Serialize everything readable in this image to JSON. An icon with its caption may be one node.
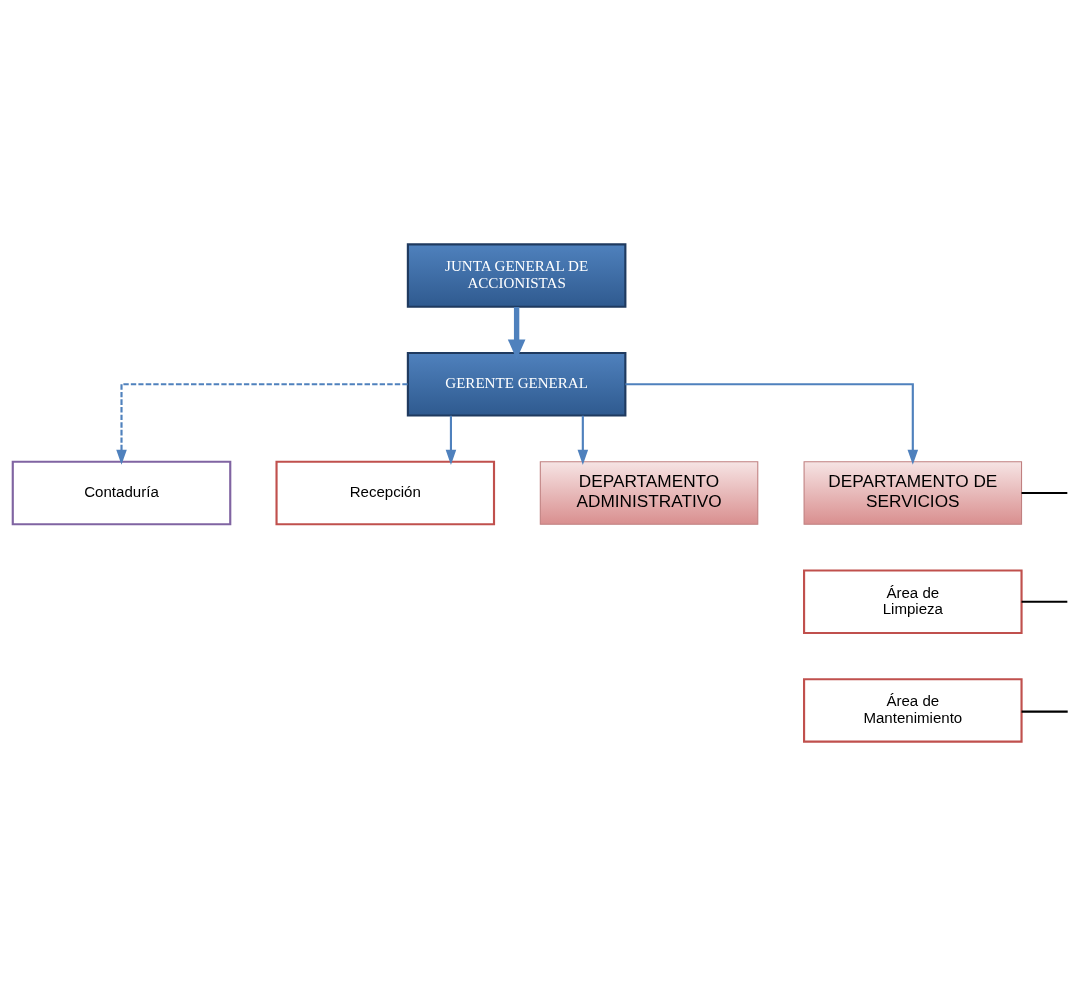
{
  "diagram": {
    "nodes": [
      {
        "text": [
          "JUNTA GENERAL DE ACCIONISTAS"
        ]
      },
      {
        "text": [
          "GERENTE GENERAL"
        ]
      },
      {
        "text": [
          "Contaduría"
        ]
      },
      {
        "text": [
          "Recepción"
        ]
      },
      {
        "text": [
          "DEPARTAMENTO ADMINISTRATIVO"
        ]
      },
      {
        "text": [
          "DEPARTAMENTO DE SERVICIOS"
        ]
      },
      {
        "text": [
          "Área de Limpieza"
        ]
      },
      {
        "text": [
          "Área de Mantenimiento"
        ]
      }
    ],
    "edges": [
      {
        "from": 0,
        "to": 1,
        "arrow": "to",
        "style": "thick"
      },
      {
        "from": 1,
        "to": 2,
        "arrow": "to",
        "style": "dashed"
      },
      {
        "from": 1,
        "to": 3,
        "arrow": "to"
      },
      {
        "from": 1,
        "to": 4,
        "arrow": "to"
      },
      {
        "from": 1,
        "to": 5,
        "arrow": "to"
      },
      {
        "from": 5,
        "to": null,
        "arrow": "none",
        "color": "#000000"
      },
      {
        "from": 6,
        "to": null,
        "arrow": "none",
        "color": "#000000"
      },
      {
        "from": 7,
        "to": null,
        "arrow": "none",
        "color": "#000000"
      }
    ]
  }
}
